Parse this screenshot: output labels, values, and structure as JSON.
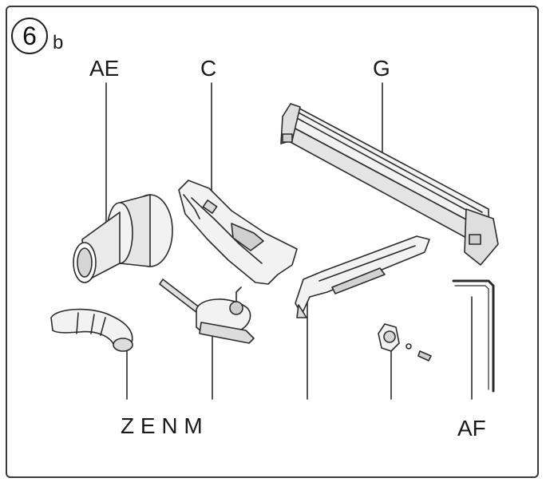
{
  "step": {
    "number": "6",
    "sub": "b"
  },
  "labels": {
    "ae": "AE",
    "c": "C",
    "g": "G",
    "bottom_group": "Z E N M",
    "af": "AF"
  },
  "colors": {
    "line": "#2b2b2b",
    "part_fill": "#f2f2f2",
    "part_shade": "#c9c9c9"
  }
}
